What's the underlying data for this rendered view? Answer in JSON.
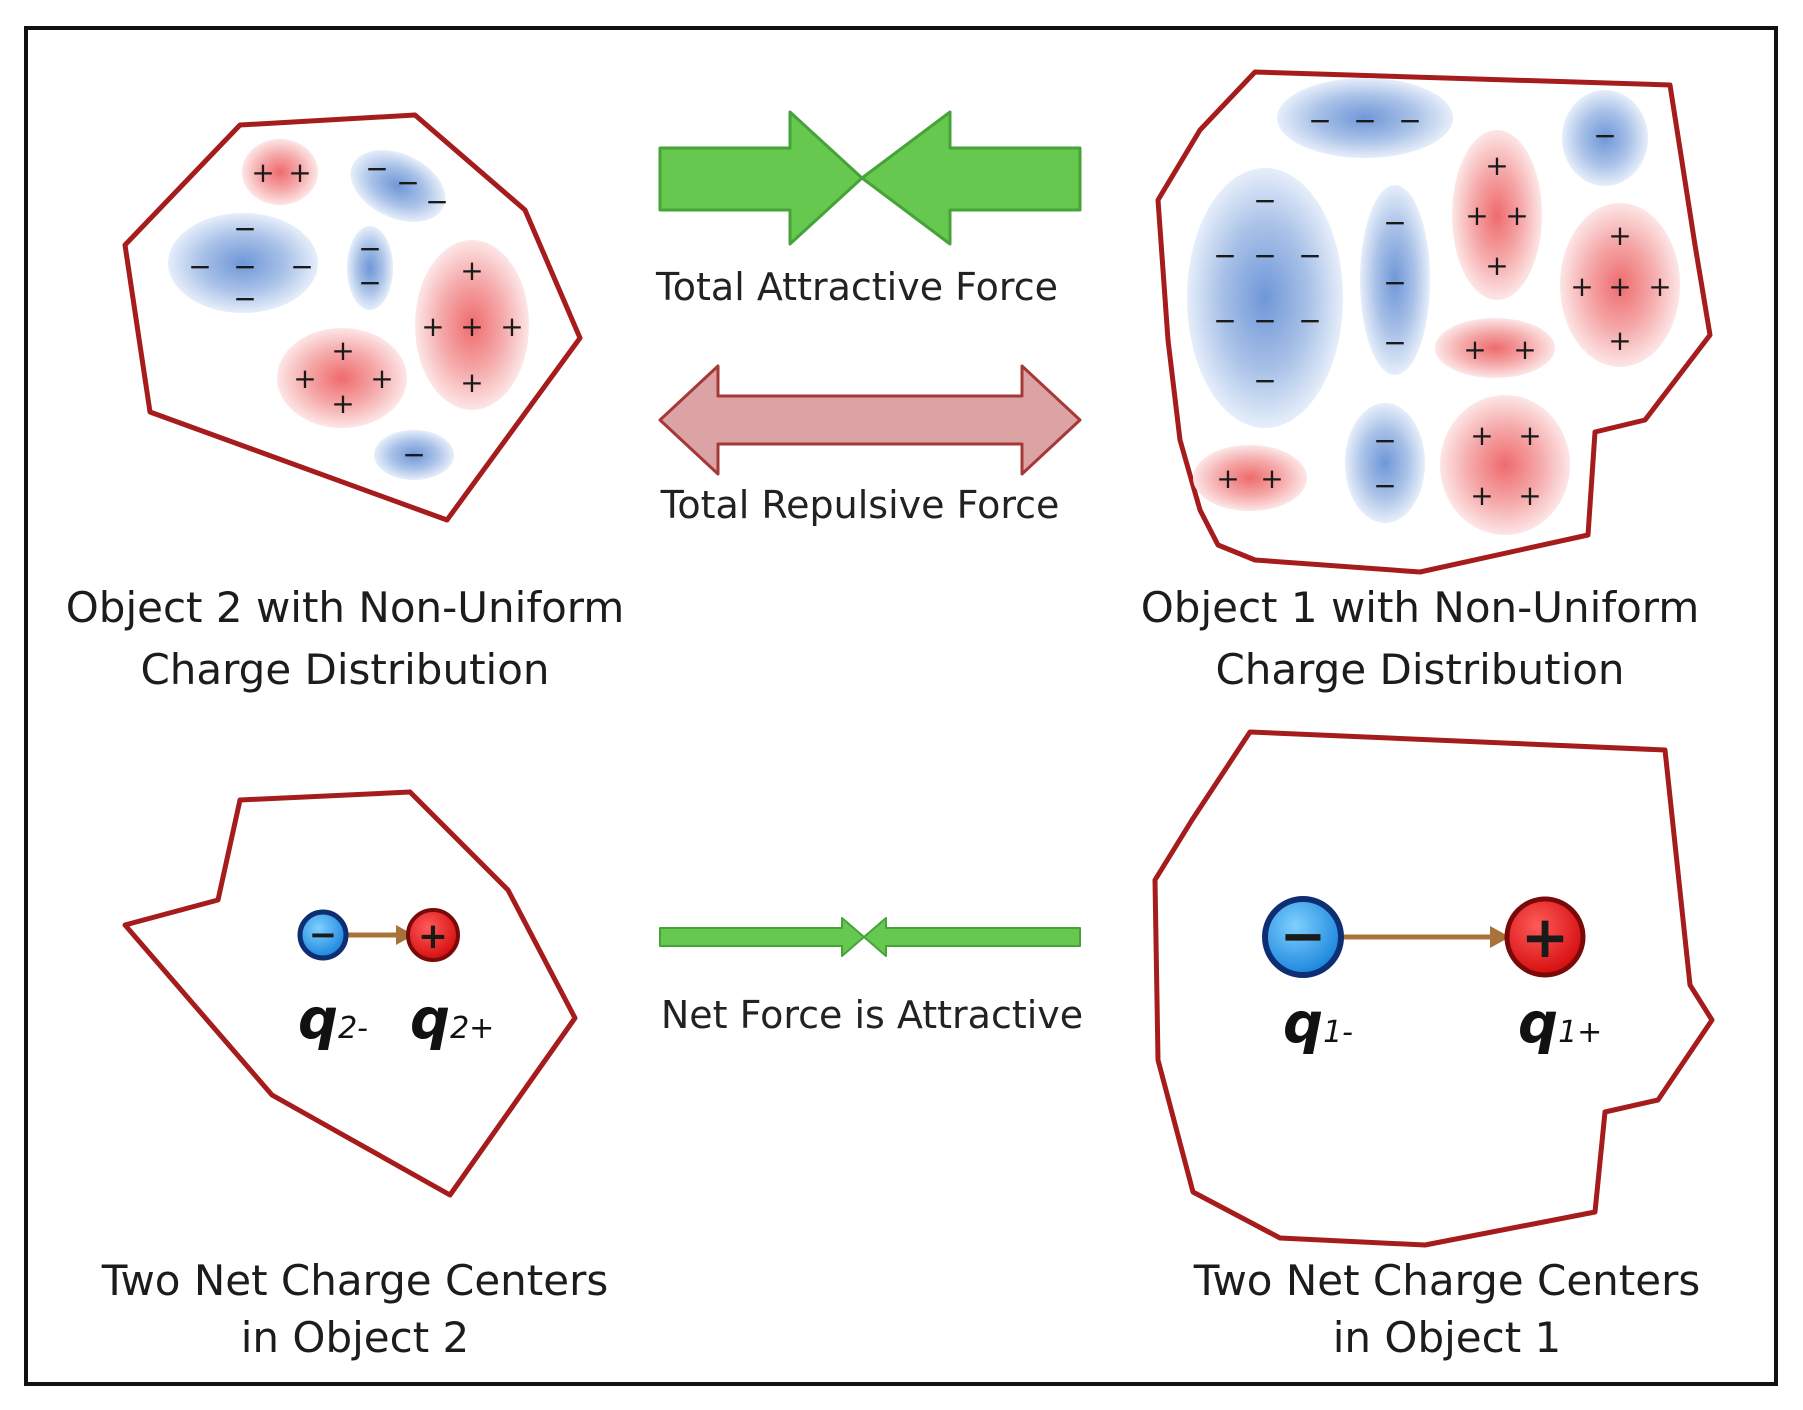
{
  "captions": {
    "obj2_top_line1": "Object 2 with Non-Uniform",
    "obj2_top_line2": "Charge Distribution",
    "obj1_top_line1": "Object 1 with Non-Uniform",
    "obj1_top_line2": "Charge Distribution",
    "obj2_bottom_line1": "Two Net Charge Centers",
    "obj2_bottom_line2": "in Object 2",
    "obj1_bottom_line1": "Two Net Charge Centers",
    "obj1_bottom_line2": "in Object 1"
  },
  "forces": {
    "attractive_label": "Total Attractive Force",
    "repulsive_label": "Total Repulsive Force",
    "net_label": "Net Force is Attractive"
  },
  "charges": {
    "q2_minus": {
      "letter": "q",
      "sub": "2-"
    },
    "q2_plus": {
      "letter": "q",
      "sub": "2+"
    },
    "q1_minus": {
      "letter": "q",
      "sub": "1-"
    },
    "q1_plus": {
      "letter": "q",
      "sub": "1+"
    },
    "neg_sign": "−",
    "pos_sign": "+"
  },
  "colors": {
    "outline": "#a61c1c",
    "positive": "#e8474a",
    "negative": "#4f7fcf",
    "attractive": "#66c84e",
    "repulsive": "#dba3a3",
    "dipole_arrow": "#a8733a"
  }
}
